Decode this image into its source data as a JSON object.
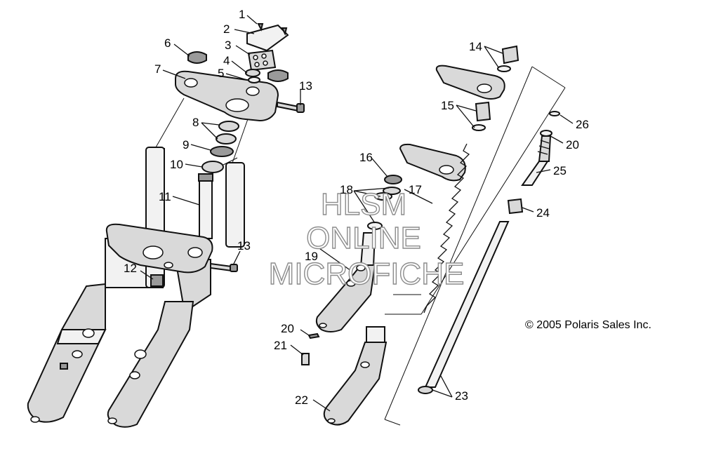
{
  "diagram": {
    "copyright": "© 2005 Polaris Sales Inc.",
    "watermark": [
      "HLSM",
      "ONLINE",
      "MICROFICHE"
    ],
    "callouts": {
      "c1": "1",
      "c2": "2",
      "c3": "3",
      "c4": "4",
      "c5": "5",
      "c6": "6",
      "c7": "7",
      "c8": "8",
      "c9": "9",
      "c10": "10",
      "c11": "11",
      "c12": "12",
      "c13a": "13",
      "c13b": "13",
      "c14": "14",
      "c15": "15",
      "c16": "16",
      "c17": "17",
      "c18": "18",
      "c19": "19",
      "c20a": "20",
      "c20b": "20",
      "c21": "21",
      "c22": "22",
      "c23": "23",
      "c24": "24",
      "c25": "25",
      "c26": "26"
    }
  }
}
